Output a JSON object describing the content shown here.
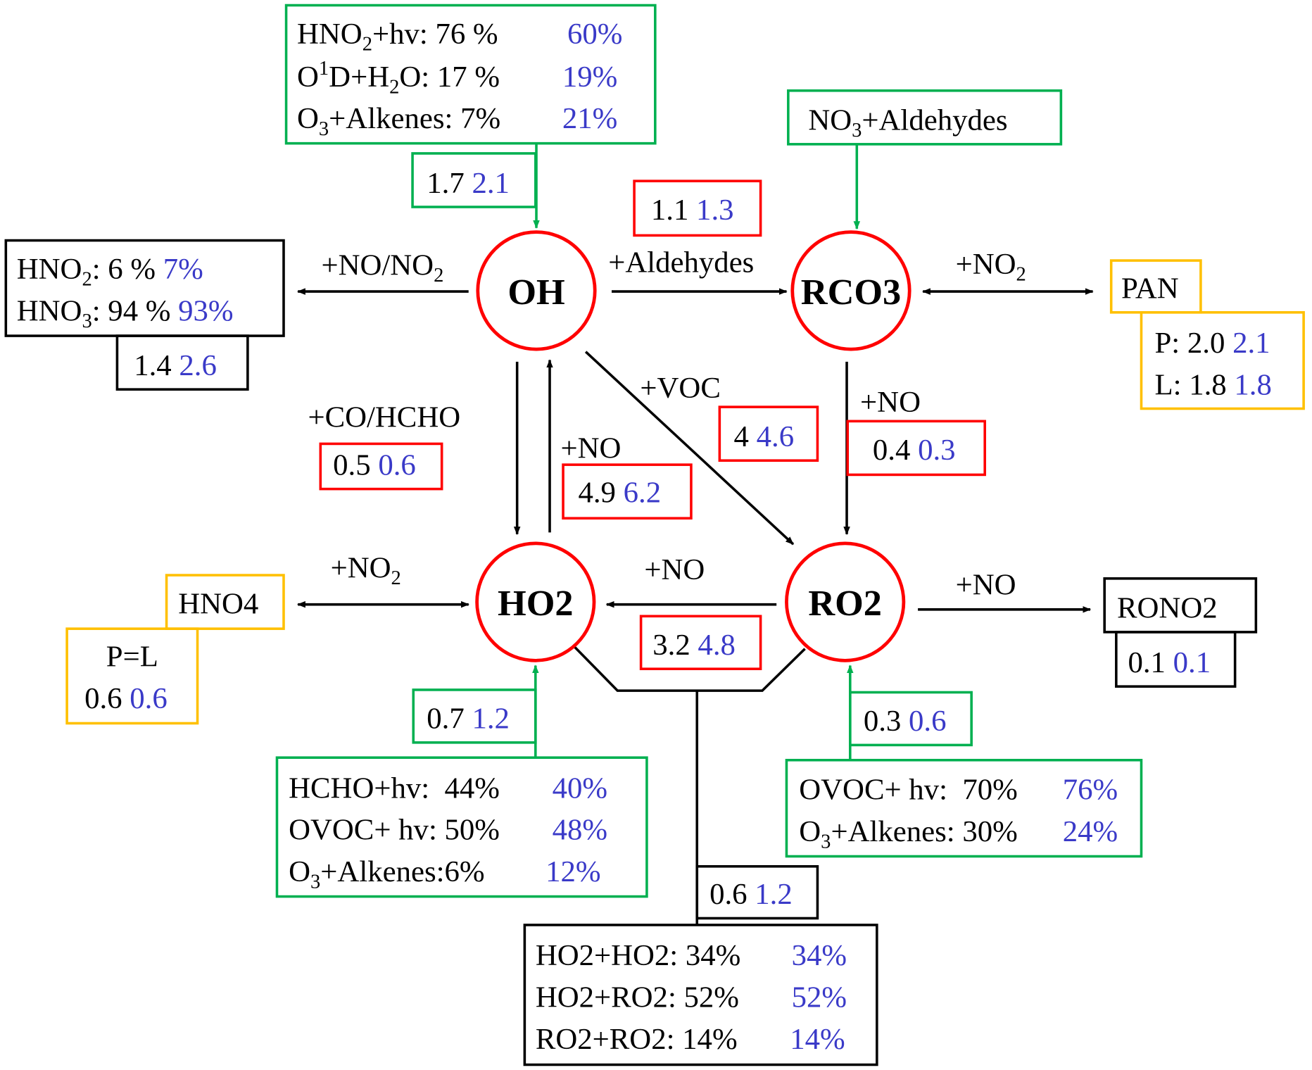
{
  "colors": {
    "blue": "#3a3ac8",
    "green": "#00b050",
    "red": "#ff0000",
    "yellow": "#ffc000",
    "black": "#000000"
  },
  "nodes": {
    "oh": "OH",
    "rco3": "RCO3",
    "ho2": "HO2",
    "ro2": "RO2"
  },
  "oh_sources": {
    "rows": [
      {
        "a": "HNO",
        "sub": "2",
        "b": "+hv: 76 %",
        "blue": "60%"
      },
      {
        "a": "O",
        "sup": "1",
        "b": "D+H",
        "sub": "2",
        "c": "O: 17 %",
        "blue": "19%"
      },
      {
        "a": "O",
        "sub": "3",
        "b": "+Alkenes: 7%",
        "blue": "21%"
      }
    ],
    "rate": {
      "black": "1.7",
      "blue": "2.1"
    }
  },
  "oh_sink": {
    "rows": [
      {
        "a": "HNO",
        "sub": "2",
        "b": ": 6 %",
        "blue": "7%"
      },
      {
        "a": "HNO",
        "sub": "3",
        "b": ": 94 %",
        "blue": "93%"
      }
    ],
    "rate": {
      "black": "1.4",
      "blue": "2.6"
    },
    "label": {
      "a": "+NO/NO",
      "sub": "2"
    }
  },
  "oh_to_rco3": {
    "label": "+Aldehydes",
    "rate": {
      "black": "1.1",
      "blue": "1.3"
    }
  },
  "rco3_source": {
    "a": "NO",
    "sub": "3",
    "b": "+Aldehydes"
  },
  "rco3_pan": {
    "label": {
      "a": "+NO",
      "sub": "2"
    },
    "pan": "PAN",
    "p": {
      "label": "P: 2.0",
      "blue": "2.1"
    },
    "l": {
      "label": "L: 1.8",
      "blue": "1.8"
    }
  },
  "oh_to_ho2": {
    "label": "+CO/HCHO",
    "rate": {
      "black": "0.5",
      "blue": "0.6"
    }
  },
  "ho2_to_oh": {
    "label": "+NO",
    "rate": {
      "black": "4.9",
      "blue": "6.2"
    }
  },
  "oh_to_ro2": {
    "label": "+VOC",
    "rate": {
      "black": "4",
      "blue": "4.6"
    }
  },
  "rco3_to_ro2": {
    "label": "+NO",
    "rate": {
      "black": "0.4",
      "blue": "0.3"
    }
  },
  "ho2_hno4": {
    "label": {
      "a": "+NO",
      "sub": "2"
    },
    "hno4": "HNO4",
    "pl": "P=L",
    "rate": {
      "black": "0.6",
      "blue": "0.6"
    }
  },
  "ro2_to_ho2": {
    "label": "+NO",
    "rate": {
      "black": "3.2",
      "blue": "4.8"
    }
  },
  "ro2_rono2": {
    "label": "+NO",
    "rono2": "RONO2",
    "rate": {
      "black": "0.1",
      "blue": "0.1"
    }
  },
  "ho2_sources": {
    "rate": {
      "black": "0.7",
      "blue": "1.2"
    },
    "rows": [
      {
        "a": "HCHO+hv:  44%",
        "blue": "40%"
      },
      {
        "a": "OVOC+ hv: 50%",
        "blue": "48%"
      },
      {
        "a": "O",
        "sub": "3",
        "b": "+Alkenes:6%",
        "blue": "12%"
      }
    ]
  },
  "ro2_sources": {
    "rate": {
      "black": "0.3",
      "blue": "0.6"
    },
    "rows": [
      {
        "a": "OVOC+ hv:  70%",
        "blue": "76%"
      },
      {
        "a": "O",
        "sub": "3",
        "b": "+Alkenes: 30%",
        "blue": "24%"
      }
    ]
  },
  "radical_loss": {
    "rate": {
      "black": "0.6",
      "blue": "1.2"
    },
    "rows": [
      {
        "a": "HO2+HO2: 34%",
        "blue": "34%"
      },
      {
        "a": "HO2+RO2: 52%",
        "blue": "52%"
      },
      {
        "a": "RO2+RO2: 14%",
        "blue": "14%"
      }
    ]
  }
}
